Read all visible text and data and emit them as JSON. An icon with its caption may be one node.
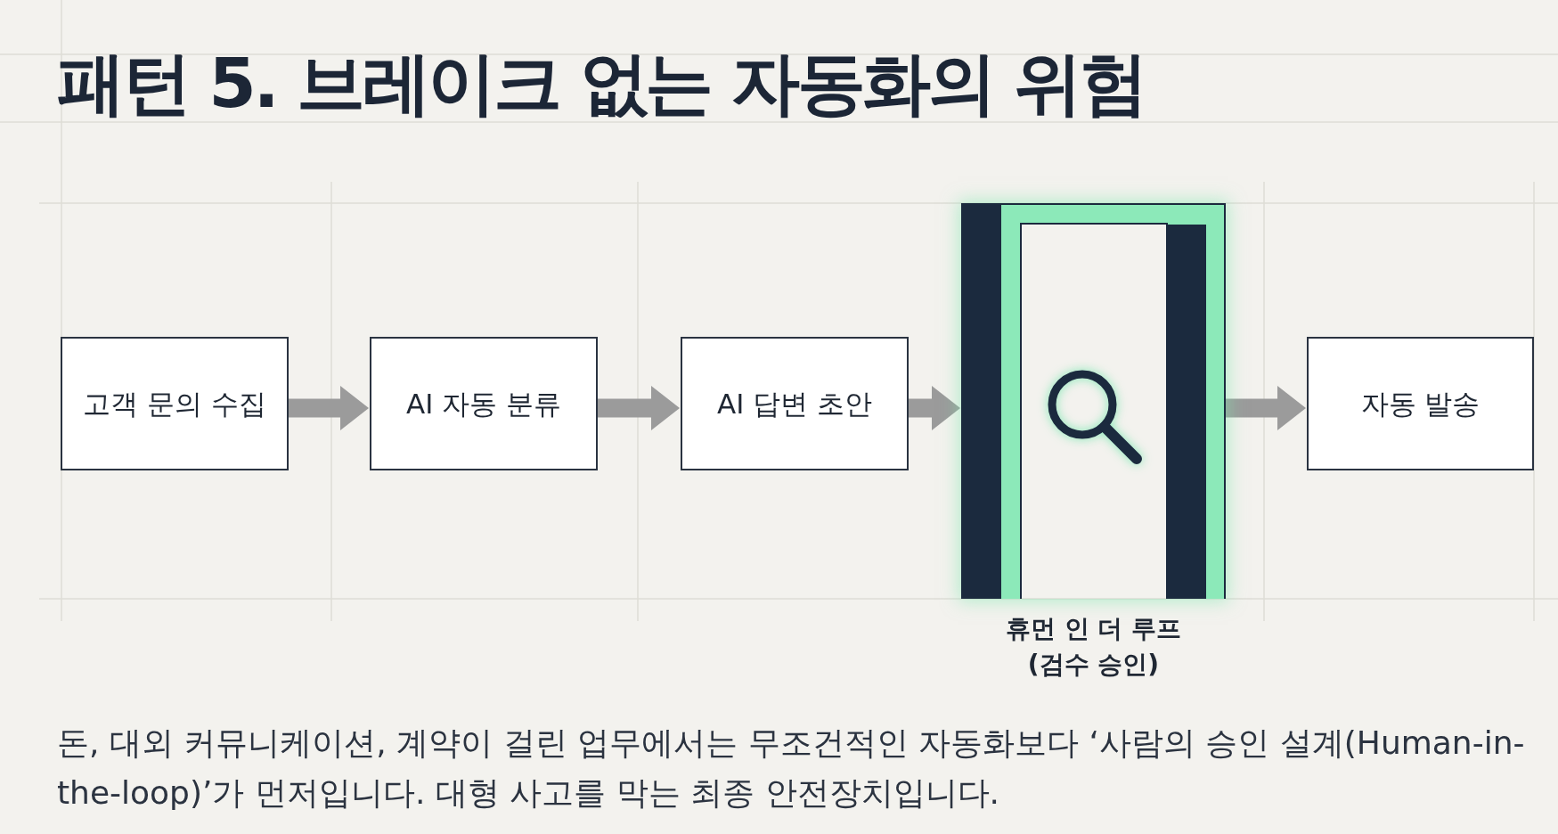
{
  "diagram": {
    "title": "패턴 5. 브레이크 없는 자동화의 위험",
    "nodes": [
      {
        "text": [
          "고객 문의 수집"
        ]
      },
      {
        "text": [
          "AI 자동 분류"
        ]
      },
      {
        "text": [
          "AI 답변 초안"
        ]
      },
      {
        "text": [
          "휴먼 인 더 루프 (검수 승인)"
        ]
      },
      {
        "text": [
          "자동 발송"
        ]
      }
    ],
    "edges": [
      {
        "from": 0,
        "to": 1,
        "arrow": "to"
      },
      {
        "from": 1,
        "to": 2,
        "arrow": "to"
      },
      {
        "from": 2,
        "to": 3,
        "arrow": "to"
      },
      {
        "from": 3,
        "to": 4,
        "arrow": "to"
      }
    ],
    "labels": [
      "돈, 대외 커뮤니케이션, 계약이 걸린 업무에서는 무조건적인 자동화보다 ‘사람의 승인 설계(Human-in-the-loop)’가 먼저입니다. 대형 사고를 막는 최종 안전장치입니다."
    ]
  }
}
